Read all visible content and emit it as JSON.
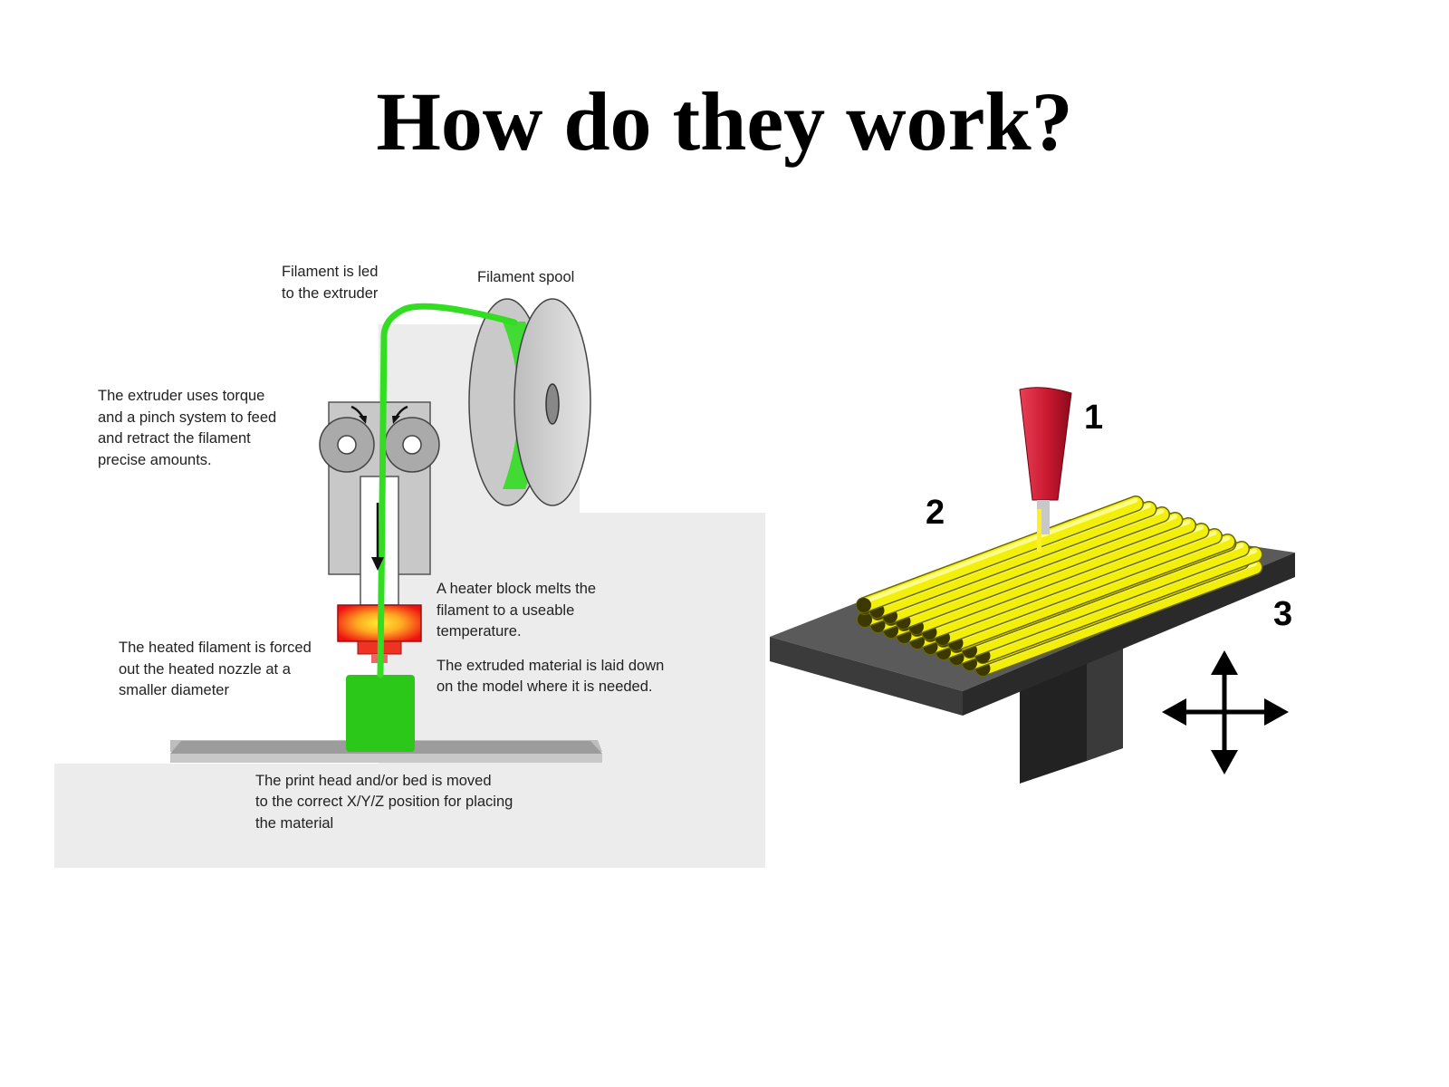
{
  "slide": {
    "title": "How do they work?"
  },
  "extruder_diagram": {
    "captions": {
      "filament_led": [
        "Filament is led",
        "to the extruder"
      ],
      "filament_spool": [
        "Filament spool"
      ],
      "extruder_torque": [
        "The extruder uses torque",
        "and a pinch system to feed",
        "and retract the filament",
        "precise amounts."
      ],
      "heater_block": [
        "A heater block melts the",
        "filament to a useable",
        "temperature."
      ],
      "heated_filament": [
        "The heated filament is forced",
        "out the heated nozzle at a",
        "smaller diameter"
      ],
      "extruded_material": [
        "The extruded material is laid down",
        "on the model where it is needed."
      ],
      "print_head_moved": [
        "The print head and/or bed is moved",
        "to the correct X/Y/Z position for placing",
        "the material"
      ]
    },
    "colors": {
      "filament": "#33dd22",
      "background_panel": "#ececec",
      "heater_red": "#ee1111",
      "heater_yellow": "#ffdd00",
      "extruder_gray": "#c8c8c8"
    }
  },
  "printer_illustration": {
    "labels": {
      "nozzle": "1",
      "deposited_layers": "2",
      "build_platform": "3"
    },
    "colors": {
      "nozzle": "#d0203a",
      "filament_rods": "#f2ef0a",
      "platform_top": "#5a5a5a",
      "platform_side": "#2f2f2f"
    },
    "movement_arrows_icon": "four-way-arrow-icon"
  }
}
